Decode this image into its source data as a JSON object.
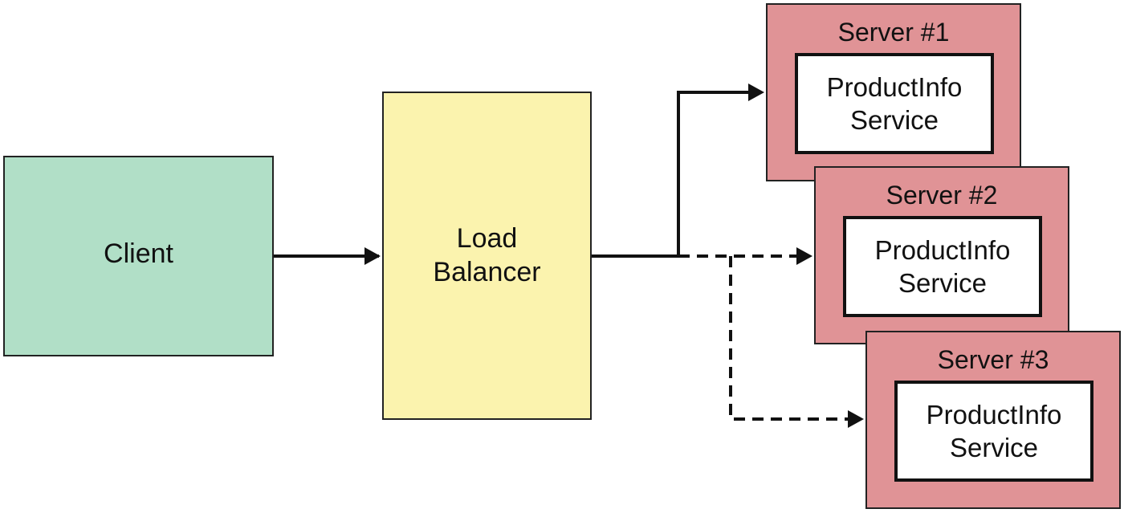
{
  "client": {
    "label": "Client"
  },
  "load_balancer": {
    "label_line1": "Load",
    "label_line2": "Balancer"
  },
  "servers": [
    {
      "title": "Server #1",
      "service_line1": "ProductInfo",
      "service_line2": "Service",
      "connection": "solid"
    },
    {
      "title": "Server #2",
      "service_line1": "ProductInfo",
      "service_line2": "Service",
      "connection": "dashed"
    },
    {
      "title": "Server #3",
      "service_line1": "ProductInfo",
      "service_line2": "Service",
      "connection": "dashed"
    }
  ],
  "colors": {
    "client_fill": "#b1dfc7",
    "load_balancer_fill": "#fbf3ae",
    "server_fill": "#e09396",
    "service_fill": "#ffffff",
    "stroke": "#111111"
  }
}
